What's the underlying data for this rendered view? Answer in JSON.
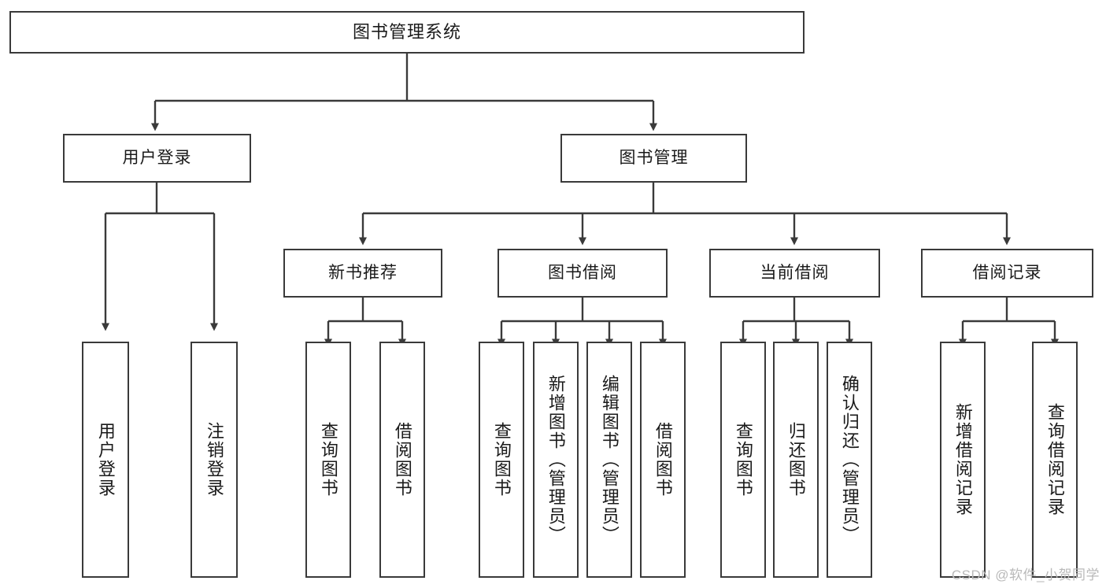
{
  "diagram": {
    "title_node": {
      "id": "root",
      "label": "图书管理系统"
    },
    "level2": [
      {
        "id": "user-login",
        "label": "用户登录"
      },
      {
        "id": "book-manage",
        "label": "图书管理"
      }
    ],
    "level3": [
      {
        "id": "new-book-rec",
        "label": "新书推荐"
      },
      {
        "id": "book-borrow",
        "label": "图书借阅"
      },
      {
        "id": "current-borrow",
        "label": "当前借阅"
      },
      {
        "id": "borrow-record",
        "label": "借阅记录"
      }
    ],
    "leaves": {
      "user_login": [
        {
          "id": "leaf-user-login",
          "label": "用户登录"
        },
        {
          "id": "leaf-logout",
          "label": "注销登录"
        }
      ],
      "new_book_rec": [
        {
          "id": "leaf-query-book-1",
          "label": "查询图书"
        },
        {
          "id": "leaf-borrow-book-1",
          "label": "借阅图书"
        }
      ],
      "book_borrow": [
        {
          "id": "leaf-query-book-2",
          "label": "查询图书"
        },
        {
          "id": "leaf-add-book",
          "label": "新增图书（管理员）"
        },
        {
          "id": "leaf-edit-book",
          "label": "编辑图书（管理员）"
        },
        {
          "id": "leaf-borrow-book-2",
          "label": "借阅图书"
        }
      ],
      "current_borrow": [
        {
          "id": "leaf-query-book-3",
          "label": "查询图书"
        },
        {
          "id": "leaf-return-book",
          "label": "归还图书"
        },
        {
          "id": "leaf-confirm-return",
          "label": "确认归还（管理员）"
        }
      ],
      "borrow_record": [
        {
          "id": "leaf-add-record",
          "label": "新增借阅记录"
        },
        {
          "id": "leaf-query-record",
          "label": "查询借阅记录"
        }
      ]
    }
  },
  "watermark": {
    "text": "CSDN @软件_小贺同学"
  },
  "colors": {
    "border": "#3a3a3a",
    "background": "#ffffff",
    "text": "#1a1a1a",
    "watermark": "#b9b9b9"
  }
}
